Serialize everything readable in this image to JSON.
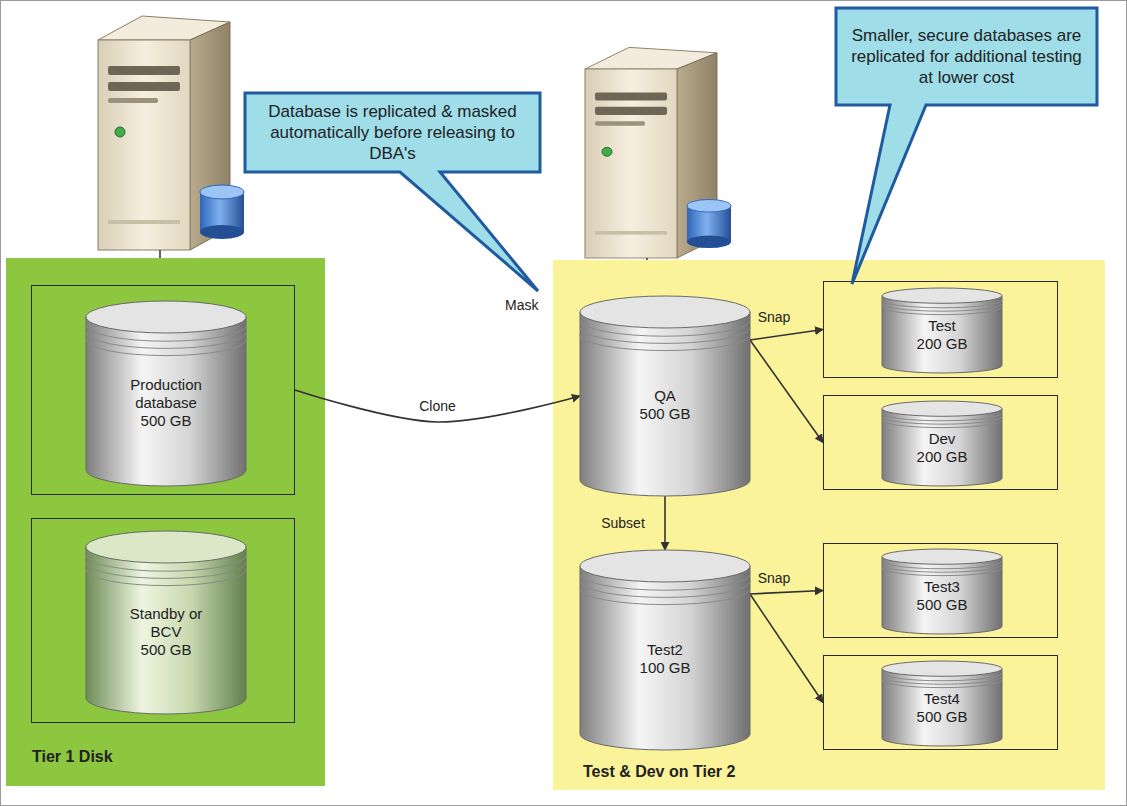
{
  "diagram": {
    "nodes": [
      {
        "text": [
          "Tier 1 Disk"
        ]
      },
      {
        "text": [
          "Production database",
          "500 GB"
        ],
        "in": 0
      },
      {
        "text": [
          "Standby or BCV",
          "500 GB"
        ],
        "in": 0
      },
      {
        "text": [
          "Test & Dev on Tier 2"
        ]
      },
      {
        "text": [
          "QA",
          "500 GB"
        ],
        "in": 3
      },
      {
        "text": [
          "Test",
          "200 GB"
        ],
        "in": 3
      },
      {
        "text": [
          "Dev",
          "200 GB"
        ],
        "in": 3
      },
      {
        "text": [
          "Test2",
          "100 GB"
        ],
        "in": 3
      },
      {
        "text": [
          "Test3",
          "500 GB"
        ],
        "in": 3
      },
      {
        "text": [
          "Test4",
          "500 GB"
        ],
        "in": 3
      },
      {
        "text": [
          "Database is replicated & masked automatically before releasing to DBA's"
        ]
      },
      {
        "text": [
          "Smaller, secure databases are replicated for additional testing at lower cost"
        ]
      }
    ],
    "edges": [
      {
        "from": 1,
        "to": 4,
        "arrow": "to",
        "label": "Clone"
      },
      {
        "from": 4,
        "to": 5,
        "arrow": "to",
        "label": "Snap"
      },
      {
        "from": 4,
        "to": 6,
        "arrow": "to"
      },
      {
        "from": 4,
        "to": 7,
        "arrow": "to",
        "label": "Subset"
      },
      {
        "from": 7,
        "to": 8,
        "arrow": "to",
        "label": "Snap"
      },
      {
        "from": 7,
        "to": 9,
        "arrow": "to"
      }
    ],
    "labels": [
      "Mask"
    ]
  }
}
